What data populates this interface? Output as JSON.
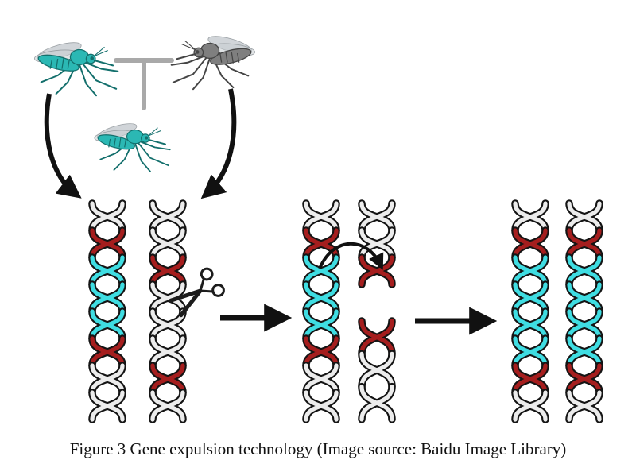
{
  "figure": {
    "caption": "Figure 3 Gene expulsion technology (Image source: Baidu Image Library)"
  },
  "colors": {
    "background": "#ffffff",
    "outline": "#141414",
    "arrow": "#111111",
    "mosquito_teal": "#2bb8b4",
    "mosquito_teal_dark": "#136f6c",
    "mosquito_gray": "#7f7f7f",
    "mosquito_gray_dark": "#454545",
    "wing_gray": "#c9ced2",
    "connector_gray": "#a9a9a9",
    "dna_gray": "#ececec",
    "dna_cyan": "#3fdde2",
    "dna_red": "#a51e1e"
  },
  "diagram": {
    "parents": [
      {
        "name": "modified-mosquito",
        "color": "teal"
      },
      {
        "name": "wild-mosquito",
        "color": "gray"
      }
    ],
    "offspring": {
      "name": "offspring-mosquito",
      "color": "teal"
    },
    "helix_segment_colors": {
      "gray": "dna_gray",
      "cyan": "dna_cyan",
      "red": "dna_red"
    },
    "helices": [
      {
        "id": "helix-parent-modified",
        "segments": [
          "gray",
          "red",
          "cyan",
          "cyan",
          "cyan",
          "red",
          "gray",
          "gray"
        ]
      },
      {
        "id": "helix-parent-wild",
        "segments": [
          "gray",
          "gray",
          "red",
          "gray",
          "gray",
          "gray",
          "red",
          "gray"
        ]
      },
      {
        "id": "helix-mid-modified",
        "segments": [
          "gray",
          "red",
          "cyan",
          "cyan",
          "cyan",
          "red",
          "gray",
          "gray"
        ]
      },
      {
        "id": "helix-mid-broken-top",
        "segments": [
          "gray",
          "gray",
          "red"
        ]
      },
      {
        "id": "helix-mid-broken-bottom",
        "segments": [
          "red",
          "gray",
          "gray"
        ]
      },
      {
        "id": "helix-result-left",
        "segments": [
          "gray",
          "red",
          "cyan",
          "cyan",
          "cyan",
          "cyan",
          "red",
          "gray"
        ]
      },
      {
        "id": "helix-result-right",
        "segments": [
          "gray",
          "red",
          "cyan",
          "cyan",
          "cyan",
          "cyan",
          "red",
          "gray"
        ]
      }
    ]
  }
}
